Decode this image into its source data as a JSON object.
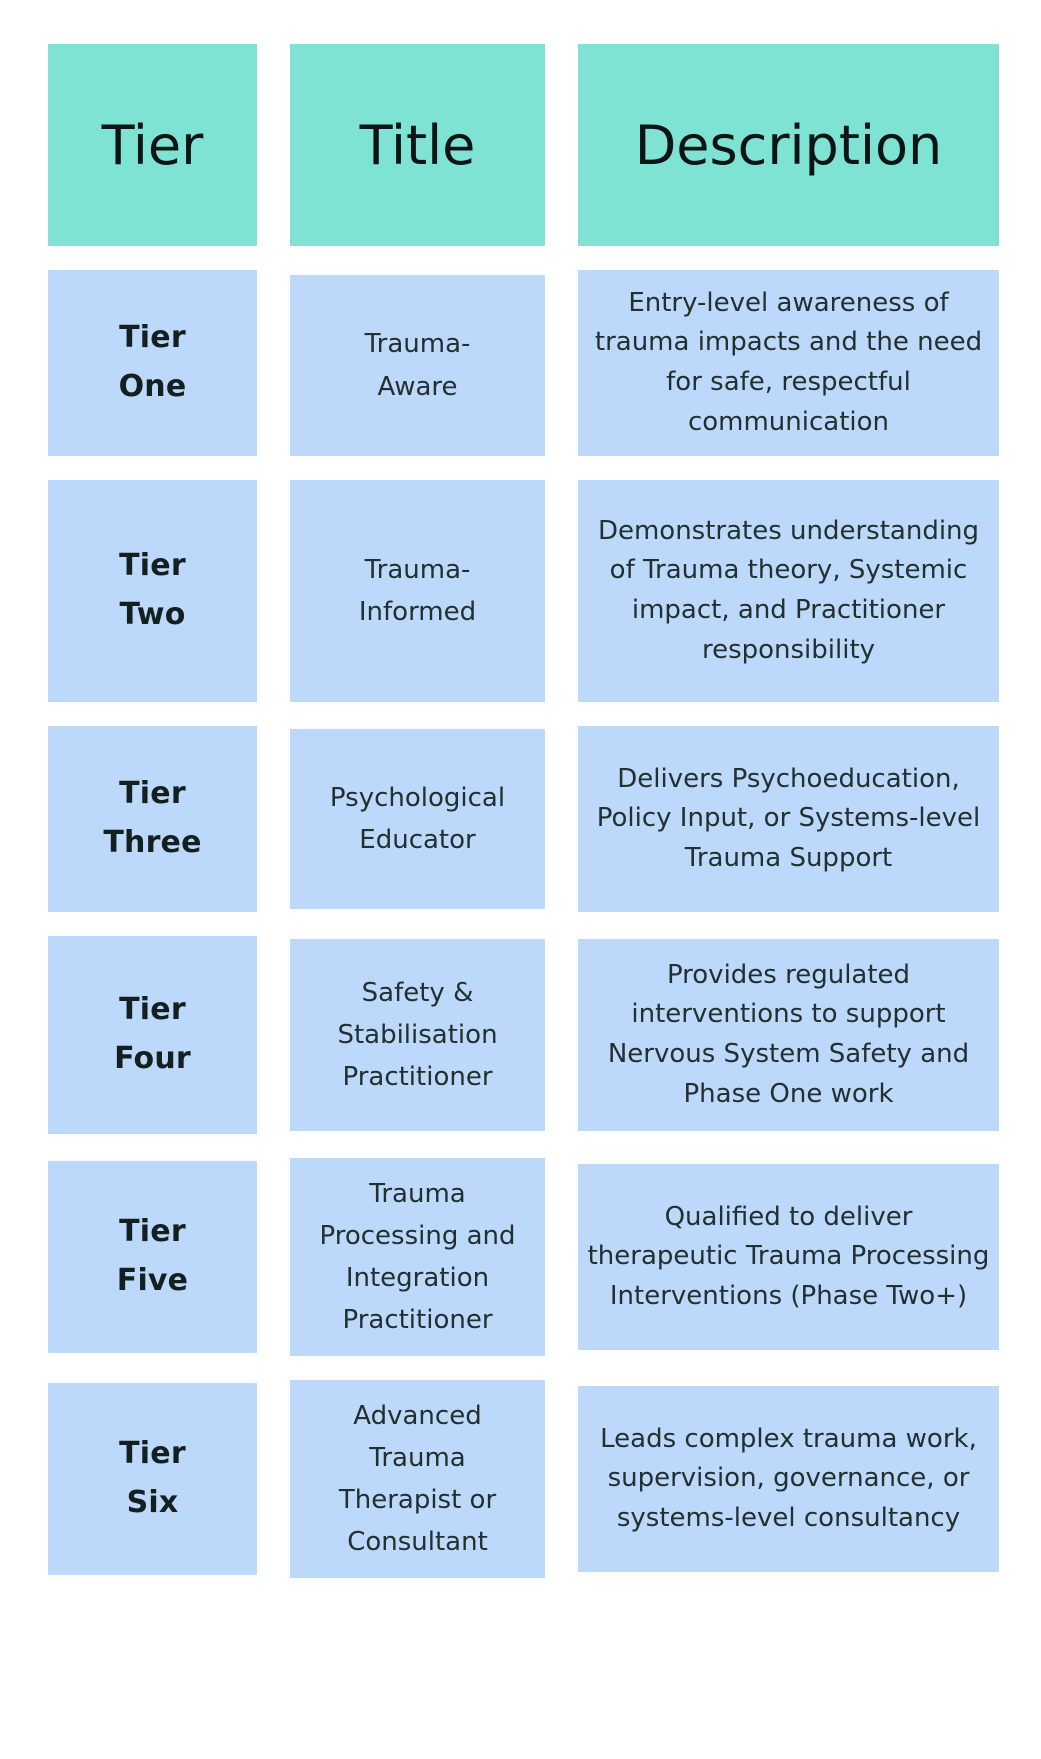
{
  "table": {
    "colors": {
      "header_bg": "#7fe3d4",
      "cell_bg": "#bcd8fb",
      "page_bg": "#ffffff",
      "text": "#23302f"
    },
    "headers": {
      "tier": "Tier",
      "title": "Title",
      "description": "Description"
    },
    "rows": [
      {
        "tier": "Tier\nOne",
        "title": "Trauma-\nAware",
        "description": "Entry-level awareness of trauma impacts and the need for safe, respectful communication"
      },
      {
        "tier": "Tier\nTwo",
        "title": "Trauma-\nInformed",
        "description": "Demonstrates understanding of Trauma theory, Systemic impact, and Practitioner responsibility"
      },
      {
        "tier": "Tier\nThree",
        "title": "Psychological\nEducator",
        "description": "Delivers Psychoeducation, Policy Input, or Systems-level Trauma Support"
      },
      {
        "tier": "Tier\nFour",
        "title": "Safety &\nStabilisation\nPractitioner",
        "description": "Provides regulated interventions to support Nervous System Safety and Phase One work"
      },
      {
        "tier": "Tier\nFive",
        "title": "Trauma\nProcessing and\nIntegration\nPractitioner",
        "description": "Qualified to deliver therapeutic Trauma Processing Interventions (Phase Two+)"
      },
      {
        "tier": "Tier\nSix",
        "title": "Advanced\nTrauma\nTherapist or\nConsultant",
        "description": "Leads complex trauma work, supervision, governance, or systems-level consultancy"
      }
    ]
  }
}
